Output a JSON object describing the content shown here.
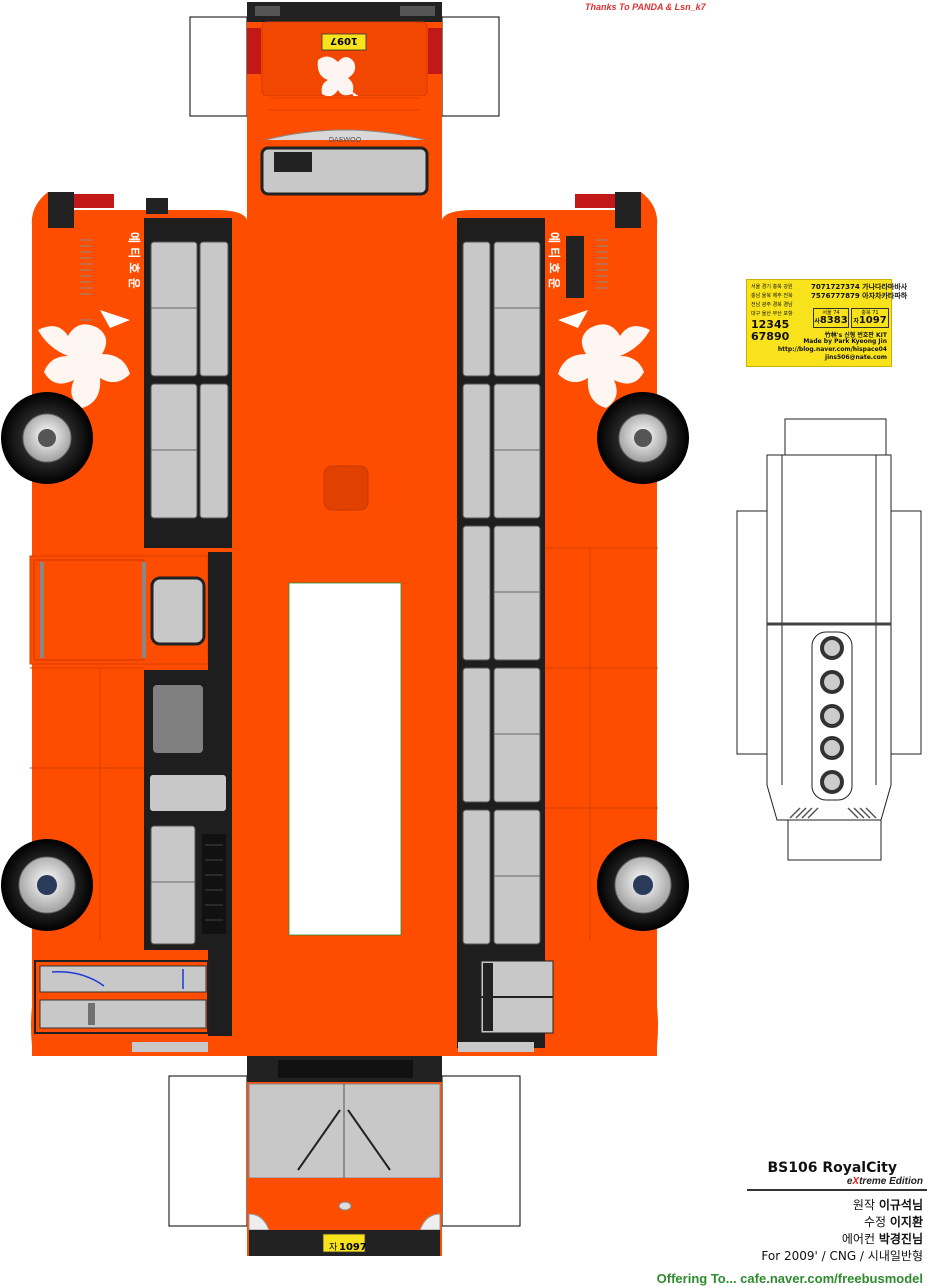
{
  "header": {
    "thanks": "Thanks To PANDA & Lsn_k7"
  },
  "plates": {
    "top": "1097",
    "front": "1097",
    "front_prefix": "자"
  },
  "side_text": {
    "left": "예 티 호 운",
    "right": "예 티 호 운"
  },
  "plate_card": {
    "rows": [
      {
        "left": "서울 경기 충북 강원",
        "right": "7071727374  가나다라마바사"
      },
      {
        "left": "충남 울북 제주 전북",
        "right": "7576777879  아자차카타파하"
      },
      {
        "left": "전남 광주 경북 경남",
        "right": ""
      },
      {
        "left": "대구 울산 부산 포항",
        "right": ""
      }
    ],
    "big_numbers": [
      "12345",
      "67890"
    ],
    "sample_plate_1": {
      "region": "서울 74",
      "prefix": "사",
      "number": "8383"
    },
    "sample_plate_2": {
      "region": "충북 71",
      "prefix": "자",
      "number": "1097"
    },
    "kit_title": "竹林's 신형 번호판 KIT",
    "made_by": "Made by Park Kyeong Jin",
    "blog": "http://blog.naver.com/hispace04",
    "email": "jins506@nate.com"
  },
  "title_block": {
    "model": "BS106 RoyalCity",
    "edition_x": "X",
    "edition_prefix": "e",
    "edition_suffix": "treme Edition",
    "credits": [
      {
        "label": "원작",
        "name": "이규석님"
      },
      {
        "label": "수정",
        "name": "이지환"
      },
      {
        "label": "에어컨",
        "name": "박경진님"
      }
    ],
    "for_line": "For 2009' / CNG / 시내일반형",
    "offering": "Offering To... cafe.naver.com/freebusmodel"
  },
  "colors": {
    "body": "#ff4d00",
    "body_dark": "#e84300",
    "window_gray": "#c8c8c8",
    "frame": "#1e1e1e",
    "plate_yellow": "#f7e21c",
    "offering_green": "#2e8b2e",
    "thanks_red": "#e03030"
  }
}
